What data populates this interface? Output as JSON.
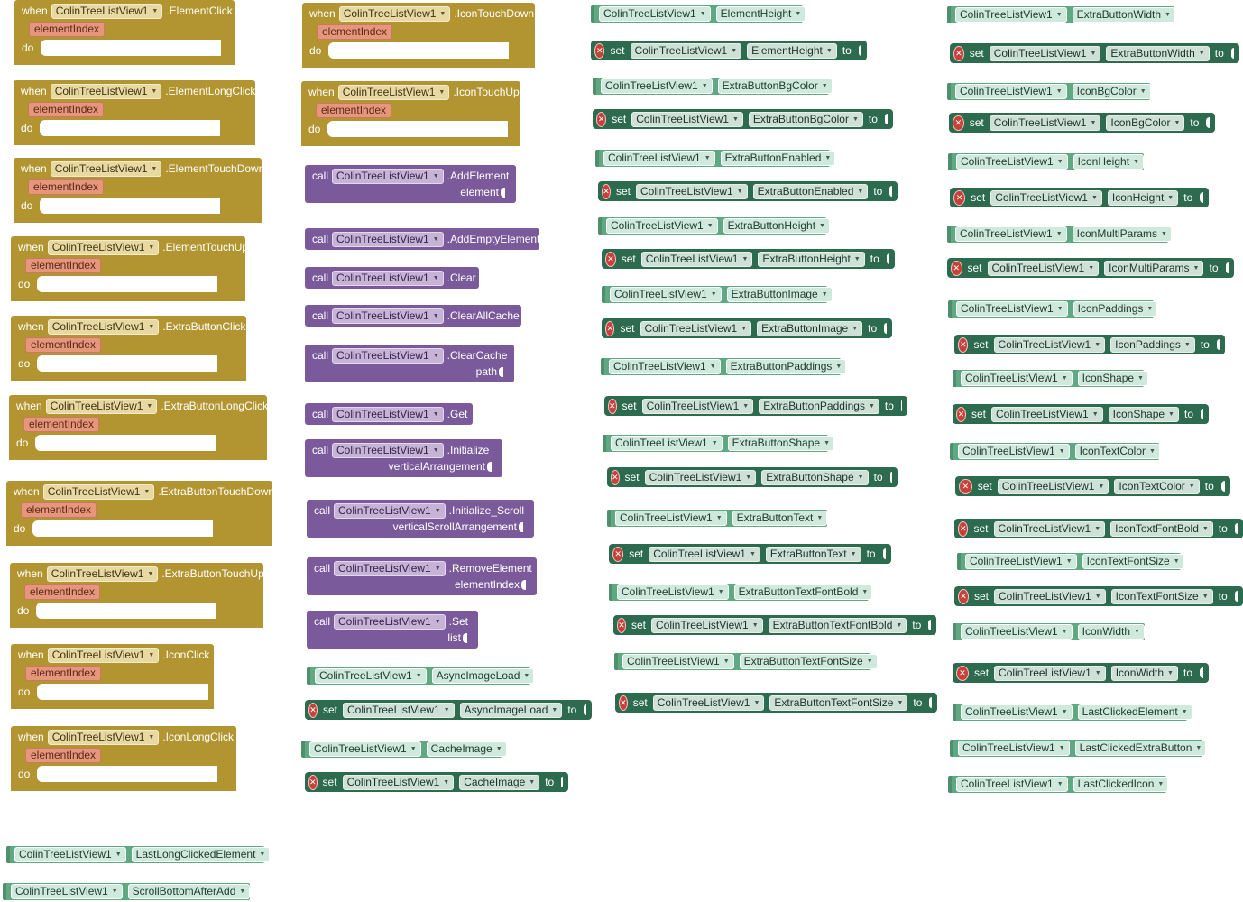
{
  "component": "ColinTreeListView1",
  "labels": {
    "when": "when",
    "do": "do",
    "call": "call",
    "set": "set",
    "to": "to"
  },
  "colors": {
    "event_block": "#b29531",
    "event_param": "#e6967a",
    "method_block": "#7a5a9b",
    "getter_block": "#5ea982",
    "setter_block": "#2d6b4f",
    "error_marker": "#c8403a"
  },
  "icons": {
    "error": "error-x-icon",
    "dropdown": "dropdown-arrow-icon"
  },
  "events": [
    {
      "name": ".ElementClick",
      "param": "elementIndex"
    },
    {
      "name": ".ElementLongClick",
      "param": "elementIndex"
    },
    {
      "name": ".ElementTouchDown",
      "param": "elementIndex"
    },
    {
      "name": ".ElementTouchUp",
      "param": "elementIndex"
    },
    {
      "name": ".ExtraButtonClick",
      "param": "elementIndex"
    },
    {
      "name": ".ExtraButtonLongClick",
      "param": "elementIndex"
    },
    {
      "name": ".ExtraButtonTouchDown",
      "param": "elementIndex"
    },
    {
      "name": ".ExtraButtonTouchUp",
      "param": "elementIndex"
    },
    {
      "name": ".IconClick",
      "param": "elementIndex"
    },
    {
      "name": ".IconLongClick",
      "param": "elementIndex"
    },
    {
      "name": ".IconTouchDown",
      "param": "elementIndex"
    },
    {
      "name": ".IconTouchUp",
      "param": "elementIndex"
    }
  ],
  "methods": [
    {
      "name": ".AddElement",
      "arg": "element"
    },
    {
      "name": ".AddEmptyElement",
      "arg": ""
    },
    {
      "name": ".Clear",
      "arg": ""
    },
    {
      "name": ".ClearAllCache",
      "arg": ""
    },
    {
      "name": ".ClearCache",
      "arg": "path"
    },
    {
      "name": ".Get",
      "arg": ""
    },
    {
      "name": ".Initialize",
      "arg": "verticalArrangement"
    },
    {
      "name": ".Initialize_Scroll",
      "arg": "verticalScrollArrangement"
    },
    {
      "name": ".RemoveElement",
      "arg": "elementIndex"
    },
    {
      "name": ".Set",
      "arg": "list"
    }
  ],
  "properties": [
    "AsyncImageLoad",
    "CacheImage",
    "ElementHeight",
    "ExtraButtonBgColor",
    "ExtraButtonEnabled",
    "ExtraButtonHeight",
    "ExtraButtonImage",
    "ExtraButtonPaddings",
    "ExtraButtonShape",
    "ExtraButtonText",
    "ExtraButtonTextFontBold",
    "ExtraButtonTextFontSize",
    "ExtraButtonWidth",
    "IconBgColor",
    "IconHeight",
    "IconMultiParams",
    "IconPaddings",
    "IconShape",
    "IconTextColor",
    "IconTextFontBold",
    "IconTextFontSize",
    "IconWidth",
    "LastClickedElement",
    "LastClickedExtraButton",
    "LastClickedIcon",
    "LastLongClickedElement",
    "ScrollBottomAfterAdd"
  ]
}
